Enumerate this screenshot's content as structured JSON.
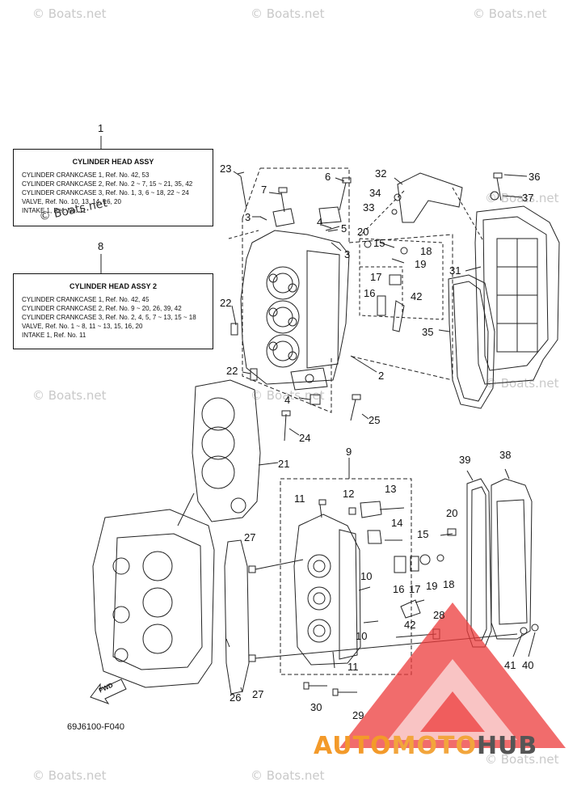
{
  "watermark": "© Boats.net",
  "diagram_code": "69J6100-F040",
  "fwd_label": "FWD",
  "logo": {
    "part1": "AUTO",
    "part2": "MOTO",
    "part3": "HUB",
    "color_accent": "#f39a2a",
    "color_gray": "#555555",
    "color_red": "#ec3b3b"
  },
  "box1": {
    "callout": "1",
    "title": "CYLINDER HEAD ASSY",
    "lines": [
      "CYLINDER CRANKCASE 1,  Ref. No. 42, 53",
      "CYLINDER CRANKCASE 2,  Ref. No. 2 ~ 7, 15 ~ 21, 35, 42",
      "CYLINDER CRANKCASE 3,  Ref. No. 1, 3, 6 ~ 18, 22 ~ 24",
      "VALVE,  Ref. No. 10, 13, 14, 16, 20",
      "INTAKE 1,  Ref. No. 11"
    ]
  },
  "box2": {
    "callout": "8",
    "title": "CYLINDER HEAD ASSY 2",
    "lines": [
      "CYLINDER CRANKCASE 1,  Ref. No. 42, 45",
      "CYLINDER CRANKCASE 2,  Ref. No. 9 ~ 20, 26, 39, 42",
      "CYLINDER CRANKCASE 3,  Ref. No. 2, 4, 5, 7 ~ 13, 15 ~ 18",
      "VALVE,  Ref. No. 1 ~ 8, 11 ~ 13, 15, 16, 20",
      "INTAKE 1,  Ref. No. 11"
    ]
  },
  "stamp_text": "© Boats.net",
  "callouts": [
    "23",
    "7",
    "6",
    "3",
    "4",
    "5",
    "3",
    "20",
    "15",
    "18",
    "17",
    "19",
    "16",
    "42",
    "32",
    "34",
    "33",
    "36",
    "37",
    "31",
    "35",
    "22",
    "22",
    "2",
    "4",
    "25",
    "24",
    "21",
    "9",
    "11",
    "12",
    "13",
    "14",
    "15",
    "27",
    "10",
    "16",
    "17",
    "19",
    "18",
    "42",
    "10",
    "11",
    "39",
    "38",
    "20",
    "28",
    "41",
    "40",
    "26",
    "27",
    "30",
    "29"
  ]
}
